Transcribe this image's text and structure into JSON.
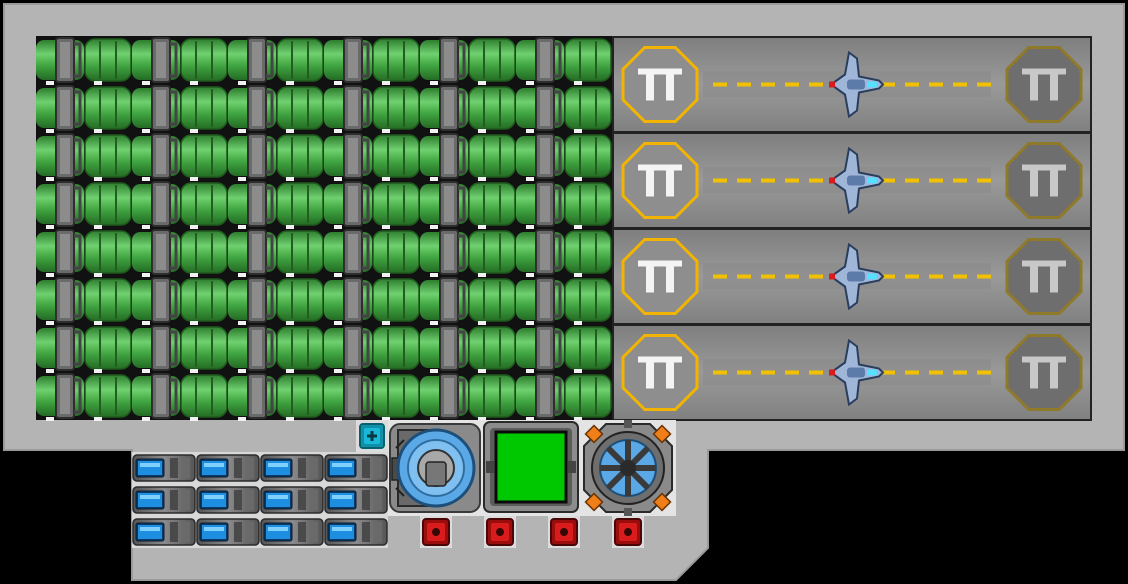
{
  "game": {
    "view": "ship-builder-top-down",
    "hull": {
      "color": "#b4b4b4"
    },
    "storage_tanks": {
      "rows": 8,
      "cols": 12,
      "color": "#3fa33f",
      "highlight": "#6fd16f",
      "pipe": "#5a5a5a"
    },
    "hangar": {
      "bays": 4,
      "pad_marker_color": "#f2b400",
      "runway_dash_color": "#f2c200",
      "ship_color": "#9fb6d8",
      "engine_glow": "#56e0ff"
    },
    "batteries": {
      "rows": 3,
      "cols": 4,
      "cell_color": "#1e8fe0"
    },
    "modules": {
      "reactor": {
        "color": "#5aa8e6"
      },
      "cargo_core": {
        "color": "#00c800"
      },
      "shield_generator": {
        "color": "#5aa8e6",
        "accent": "#f07f1a"
      }
    },
    "connectors": {
      "power_port": {
        "color": "#18b8d6"
      },
      "weapon_ports": {
        "count": 4,
        "color": "#d81c1c"
      }
    }
  }
}
